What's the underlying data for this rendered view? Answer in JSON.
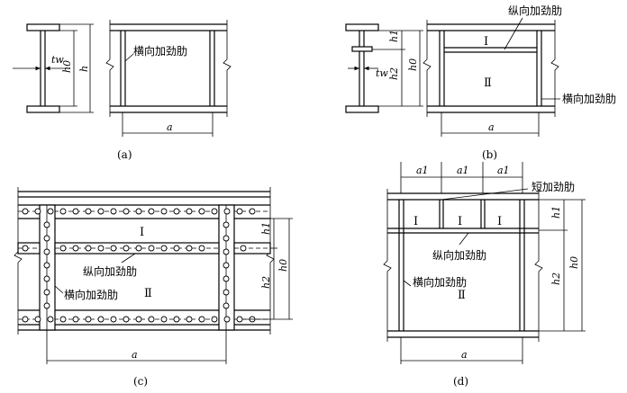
{
  "panels": [
    {
      "id": "a",
      "caption": "(a)",
      "labels": {
        "transverse": "横向加劲肋"
      },
      "symbols": {
        "tw": "tw",
        "h0": "h0",
        "h": "h",
        "a": "a"
      }
    },
    {
      "id": "b",
      "caption": "(b)",
      "labels": {
        "longitudinal": "纵向加劲肋",
        "transverse": "横向加劲肋"
      },
      "regions": [
        "Ⅰ",
        "Ⅱ"
      ],
      "symbols": {
        "h1": "h1",
        "h2": "h2",
        "h0": "h0",
        "tw": "tw",
        "a": "a"
      }
    },
    {
      "id": "c",
      "caption": "(c)",
      "labels": {
        "longitudinal": "纵向加劲肋",
        "transverse": "横向加劲肋"
      },
      "regions": [
        "Ⅰ",
        "Ⅱ"
      ],
      "symbols": {
        "h1": "h1",
        "h2": "h2",
        "h0": "h0",
        "a": "a"
      }
    },
    {
      "id": "d",
      "caption": "(d)",
      "labels": {
        "short": "短加劲肋",
        "longitudinal": "纵向加劲肋",
        "transverse": "横向加劲肋"
      },
      "regions": [
        "Ⅰ",
        "Ⅰ",
        "Ⅰ",
        "Ⅱ"
      ],
      "symbols": {
        "a1": "a1",
        "h1": "h1",
        "h2": "h2",
        "h0": "h0",
        "a": "a"
      }
    }
  ]
}
